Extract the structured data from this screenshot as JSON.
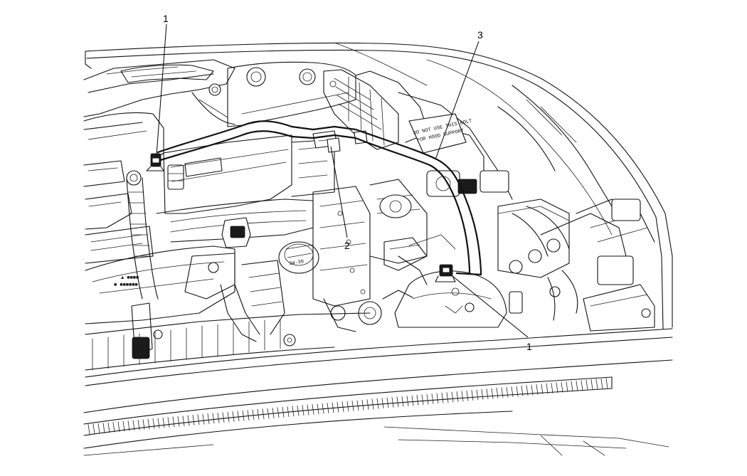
{
  "callouts": [
    {
      "id": "c1a",
      "label": "1"
    },
    {
      "id": "c3",
      "label": "3"
    },
    {
      "id": "c2",
      "label": "2"
    },
    {
      "id": "c1b",
      "label": "1"
    }
  ],
  "colors": {
    "line": "#111111",
    "background": "#ffffff"
  }
}
